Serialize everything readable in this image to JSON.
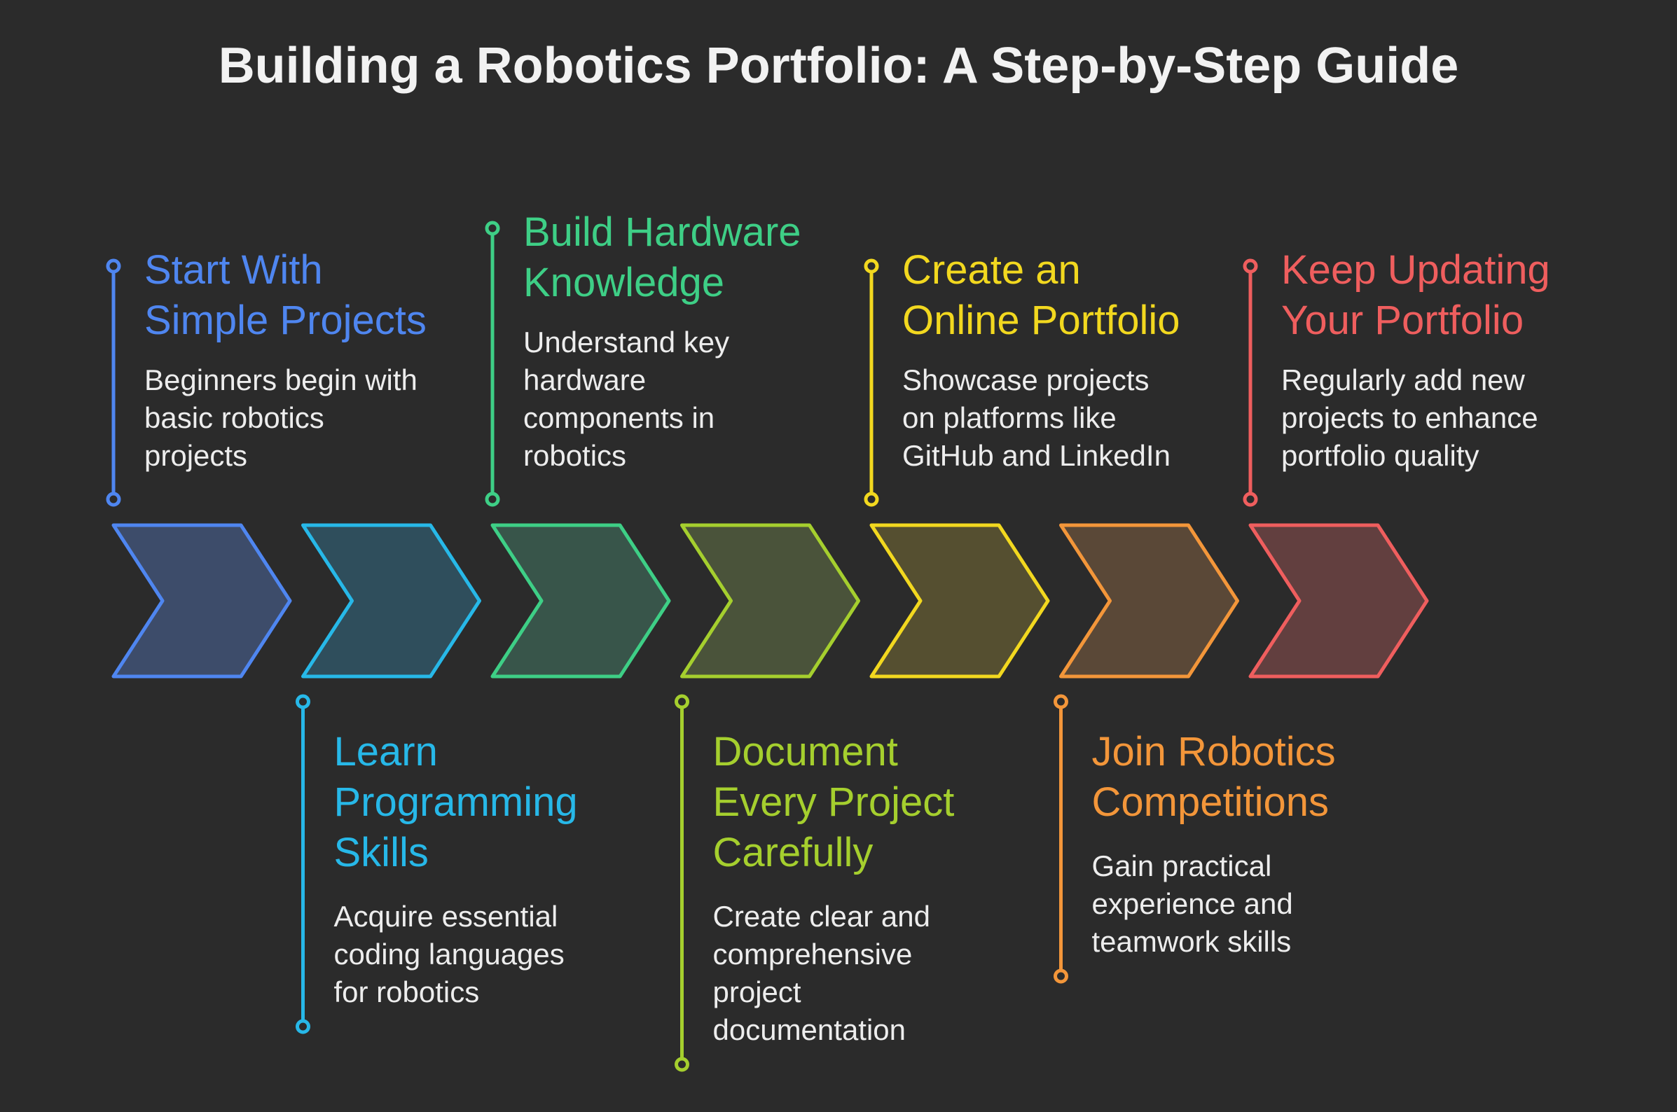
{
  "title": "Building a Robotics Portfolio: A Step-by-Step Guide",
  "steps": [
    {
      "heading_lines": [
        "Start With",
        "Simple Projects"
      ],
      "description_lines": [
        "Beginners begin with",
        "basic robotics",
        "projects"
      ],
      "color": "#4f86f0",
      "fill": "#3d4c6a",
      "position": "top"
    },
    {
      "heading_lines": [
        "Learn",
        "Programming",
        "Skills"
      ],
      "description_lines": [
        "Acquire essential",
        "coding languages",
        "for robotics"
      ],
      "color": "#27b8e8",
      "fill": "#2f4e5c",
      "position": "bottom"
    },
    {
      "heading_lines": [
        "Build Hardware",
        "Knowledge"
      ],
      "description_lines": [
        "Understand key",
        "hardware",
        "components in",
        "robotics"
      ],
      "color": "#3ecf86",
      "fill": "#38554a",
      "position": "top"
    },
    {
      "heading_lines": [
        "Document",
        "Every Project",
        "Carefully"
      ],
      "description_lines": [
        "Create clear and",
        "comprehensive",
        "project",
        "documentation"
      ],
      "color": "#a5cf2e",
      "fill": "#4a533a",
      "position": "bottom"
    },
    {
      "heading_lines": [
        "Create an",
        "Online Portfolio"
      ],
      "description_lines": [
        "Showcase projects",
        "on platforms like",
        "GitHub and LinkedIn"
      ],
      "color": "#f2d81f",
      "fill": "#554f30",
      "position": "top"
    },
    {
      "heading_lines": [
        "Join Robotics",
        "Competitions"
      ],
      "description_lines": [
        "Gain practical",
        "experience and",
        "teamwork skills"
      ],
      "color": "#f3963a",
      "fill": "#5a4837",
      "position": "bottom"
    },
    {
      "heading_lines": [
        "Keep Updating",
        "Your Portfolio"
      ],
      "description_lines": [
        "Regularly add new",
        "projects to enhance",
        "portfolio quality"
      ],
      "color": "#ef5e5e",
      "fill": "#623f3f",
      "position": "top"
    }
  ]
}
